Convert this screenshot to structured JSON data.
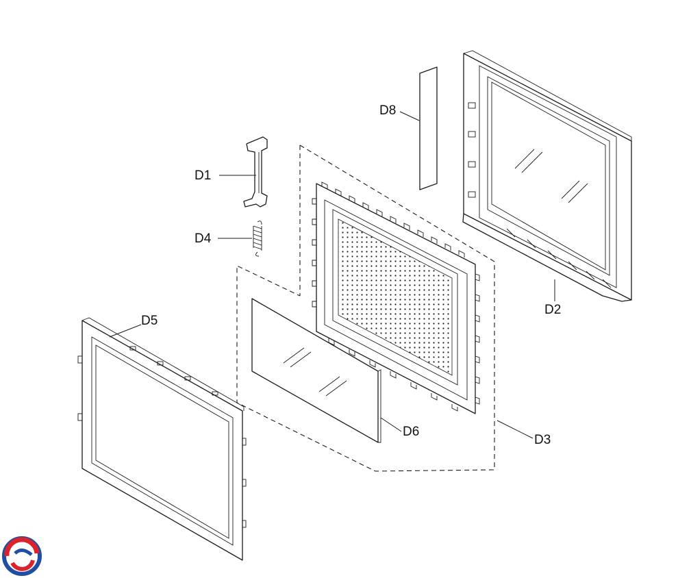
{
  "labels": {
    "d1": "D1",
    "d2": "D2",
    "d3": "D3",
    "d4": "D4",
    "d5": "D5",
    "d6": "D6",
    "d8": "D8"
  },
  "colors": {
    "line": "#1a1a1a",
    "logo_blue": "#1f4ea3",
    "logo_red": "#d9242b"
  },
  "logo": {
    "icon": "swirl-logo-icon"
  }
}
